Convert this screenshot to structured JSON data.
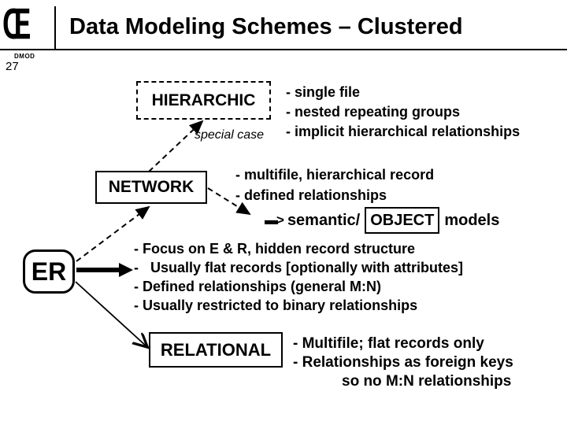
{
  "header": {
    "logo_glyph": "Œ",
    "title": "Data Modeling Schemes – Clustered",
    "footer_code": "DMOD",
    "slide_number": "27"
  },
  "boxes": {
    "hierarchic": "HIERARCHIC",
    "network": "NETWORK",
    "er": "ER",
    "relational": "RELATIONAL",
    "object": "OBJECT"
  },
  "labels": {
    "special_case": "special case",
    "implies_glyph": "▬>",
    "semantic_prefix": "semantic/",
    "semantic_suffix": "models"
  },
  "notes": {
    "hierarchic": [
      "- single file",
      "- nested repeating groups",
      "- implicit hierarchical relationships"
    ],
    "network": [
      "- multifile, hierarchical record",
      "- defined relationships"
    ],
    "er": [
      "- Focus on E & R, hidden record structure",
      "-   Usually flat records [optionally with attributes]",
      "- Defined relationships (general M:N)",
      "- Usually restricted to binary relationships"
    ],
    "relational": [
      "- Multifile; flat records only",
      "- Relationships as foreign keys",
      "so no M:N relationships"
    ]
  },
  "colors": {
    "ink": "#000000",
    "background": "#ffffff"
  }
}
